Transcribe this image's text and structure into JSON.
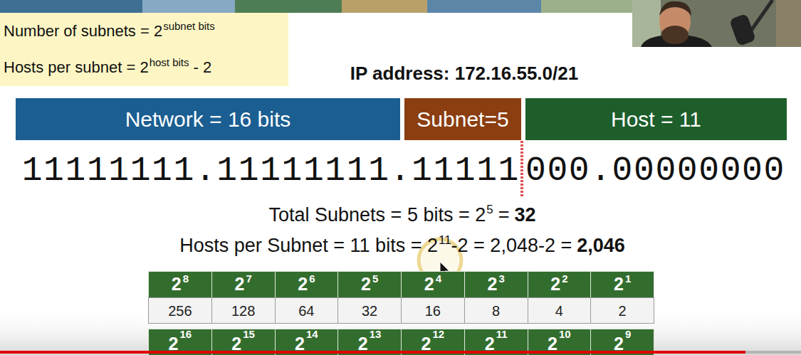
{
  "diagram": {
    "title": "IP address: 172.16.55.0/21",
    "nodes": [
      {
        "text": [
          "Number of subnets = 2",
          "subnet bits",
          "Hosts per subnet = 2",
          "host bits",
          "- 2"
        ]
      },
      {
        "text": [
          "Network = 16 bits"
        ]
      },
      {
        "text": [
          "Subnet=5"
        ]
      },
      {
        "text": [
          "Host = 11"
        ]
      }
    ],
    "labels": [
      "11111111.11111111.11111",
      "000.00000000",
      "Total Subnets = 5 bits = 2",
      "5",
      "=",
      "32",
      "Hosts per Subnet = 11 bits = 2",
      "11",
      "-2 = 2,048-2 =",
      "2,046",
      "2",
      "8",
      "2",
      "7",
      "2",
      "6",
      "2",
      "5",
      "2",
      "4",
      "2",
      "3",
      "2",
      "2",
      "2",
      "1",
      "256",
      "128",
      "64",
      "32",
      "16",
      "8",
      "4",
      "2",
      "2",
      "16",
      "2",
      "15",
      "2",
      "14",
      "2",
      "13",
      "2",
      "12",
      "2",
      "11",
      "2",
      "10",
      "2",
      "9"
    ]
  }
}
